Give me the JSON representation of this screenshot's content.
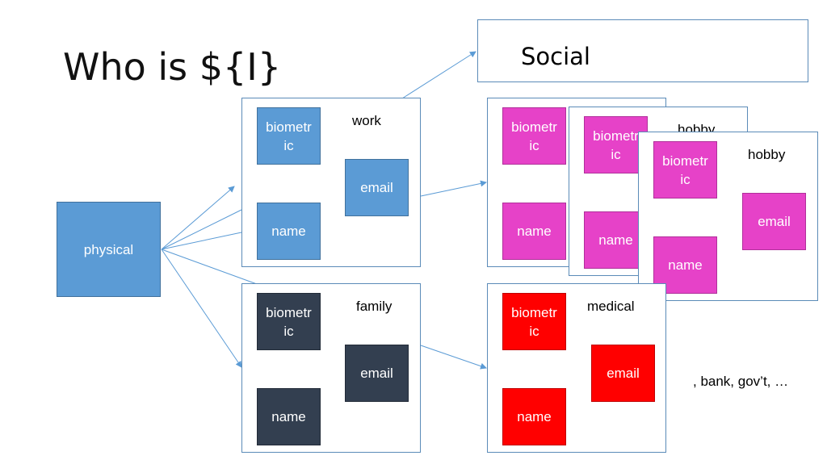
{
  "title": "Who is ${I}",
  "social": {
    "label": "Social"
  },
  "physical": {
    "label": "physical"
  },
  "box_labels": {
    "biometric": "biometr\nic",
    "email": "email",
    "name": "name"
  },
  "personas": {
    "work": {
      "label": "work",
      "color": "#5b9bd5"
    },
    "family": {
      "label": "family",
      "color": "#333f50"
    },
    "hobby_back": {
      "label": "hobby",
      "color": "#e642c8"
    },
    "hobby_front": {
      "label": "hobby",
      "color": "#e642c8"
    },
    "social_persona": {
      "color": "#e642c8"
    },
    "medical": {
      "label": "medical",
      "color": "#ff0000"
    }
  },
  "more": {
    "label": ", bank, gov’t, …"
  },
  "colors": {
    "arrow": "#5b9bd5",
    "panel_border": "#5b8bb8"
  }
}
